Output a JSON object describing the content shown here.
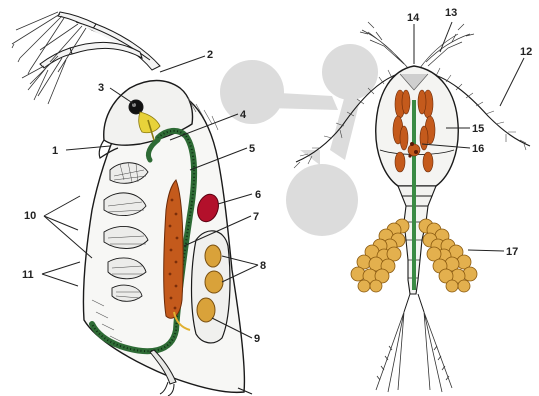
{
  "labels": [
    "1",
    "2",
    "3",
    "4",
    "5",
    "6",
    "7",
    "8",
    "9",
    "10",
    "11",
    "12",
    "13",
    "14",
    "15",
    "16",
    "17"
  ],
  "colors": {
    "outline": "#1a1a1a",
    "gut_green": "#2e6b35",
    "gut_dots": "#0f2e14",
    "ovary_orange": "#c45a1c",
    "egg_orange": "#d9a23a",
    "egg_sac_yellow": "#e3b04e",
    "heart_red": "#b3102b",
    "eye_black": "#111111",
    "brain_yellow": "#e8d23a",
    "watermark_gray": "#d6d6d6"
  },
  "figures": {
    "left": "daphnia",
    "right": "cyclops"
  }
}
